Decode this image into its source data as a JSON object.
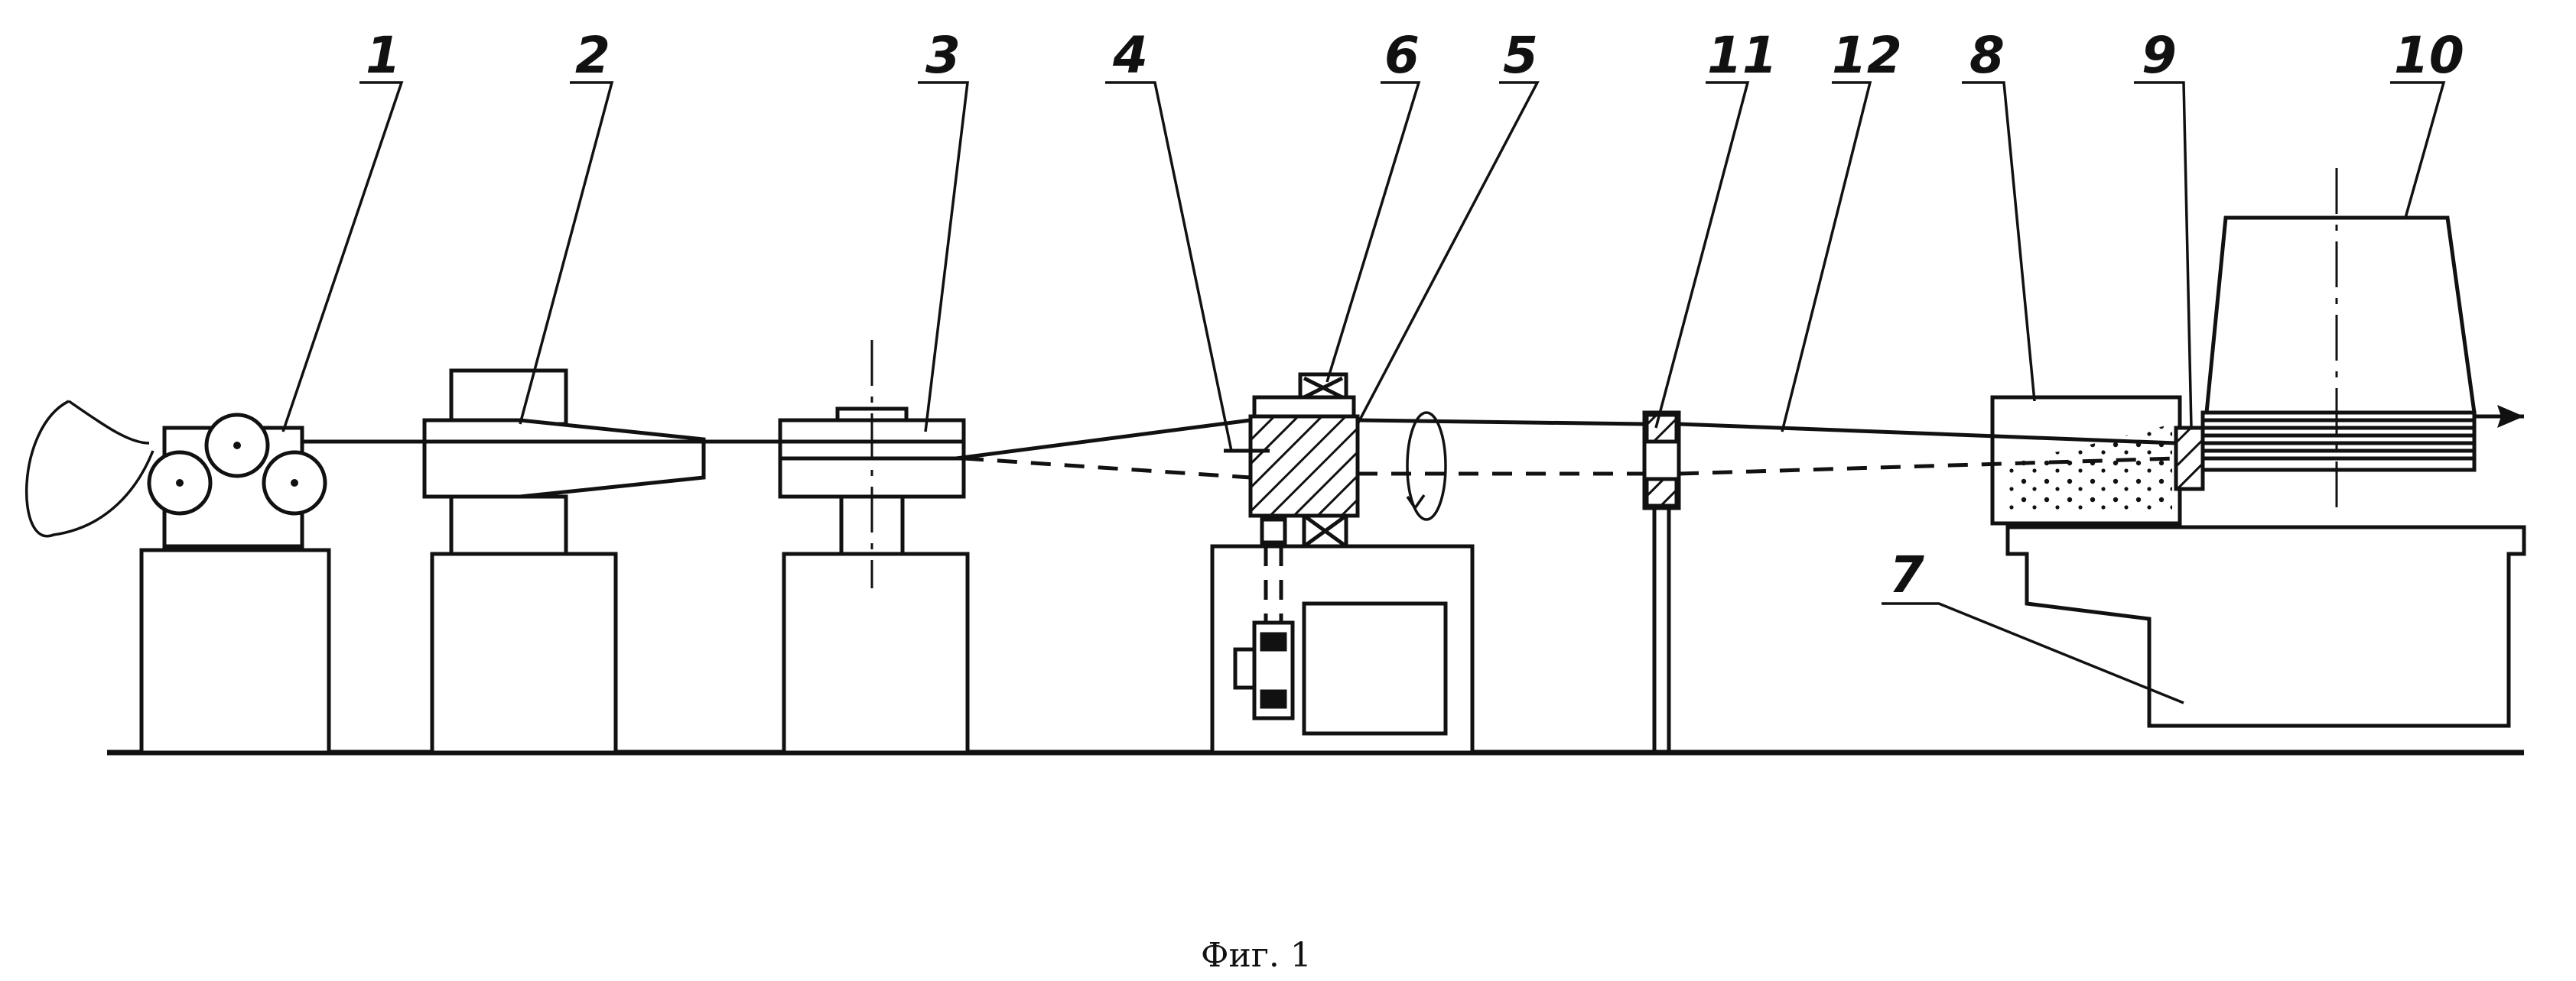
{
  "figure": {
    "caption": "Фиг. 1",
    "callouts": [
      {
        "id": "1",
        "text": "1"
      },
      {
        "id": "2",
        "text": "2"
      },
      {
        "id": "3",
        "text": "3"
      },
      {
        "id": "4",
        "text": "4"
      },
      {
        "id": "5",
        "text": "5"
      },
      {
        "id": "6",
        "text": "6"
      },
      {
        "id": "7",
        "text": "7"
      },
      {
        "id": "8",
        "text": "8"
      },
      {
        "id": "9",
        "text": "9"
      },
      {
        "id": "10",
        "text": "10"
      },
      {
        "id": "11",
        "text": "11"
      },
      {
        "id": "12",
        "text": "12"
      }
    ]
  }
}
